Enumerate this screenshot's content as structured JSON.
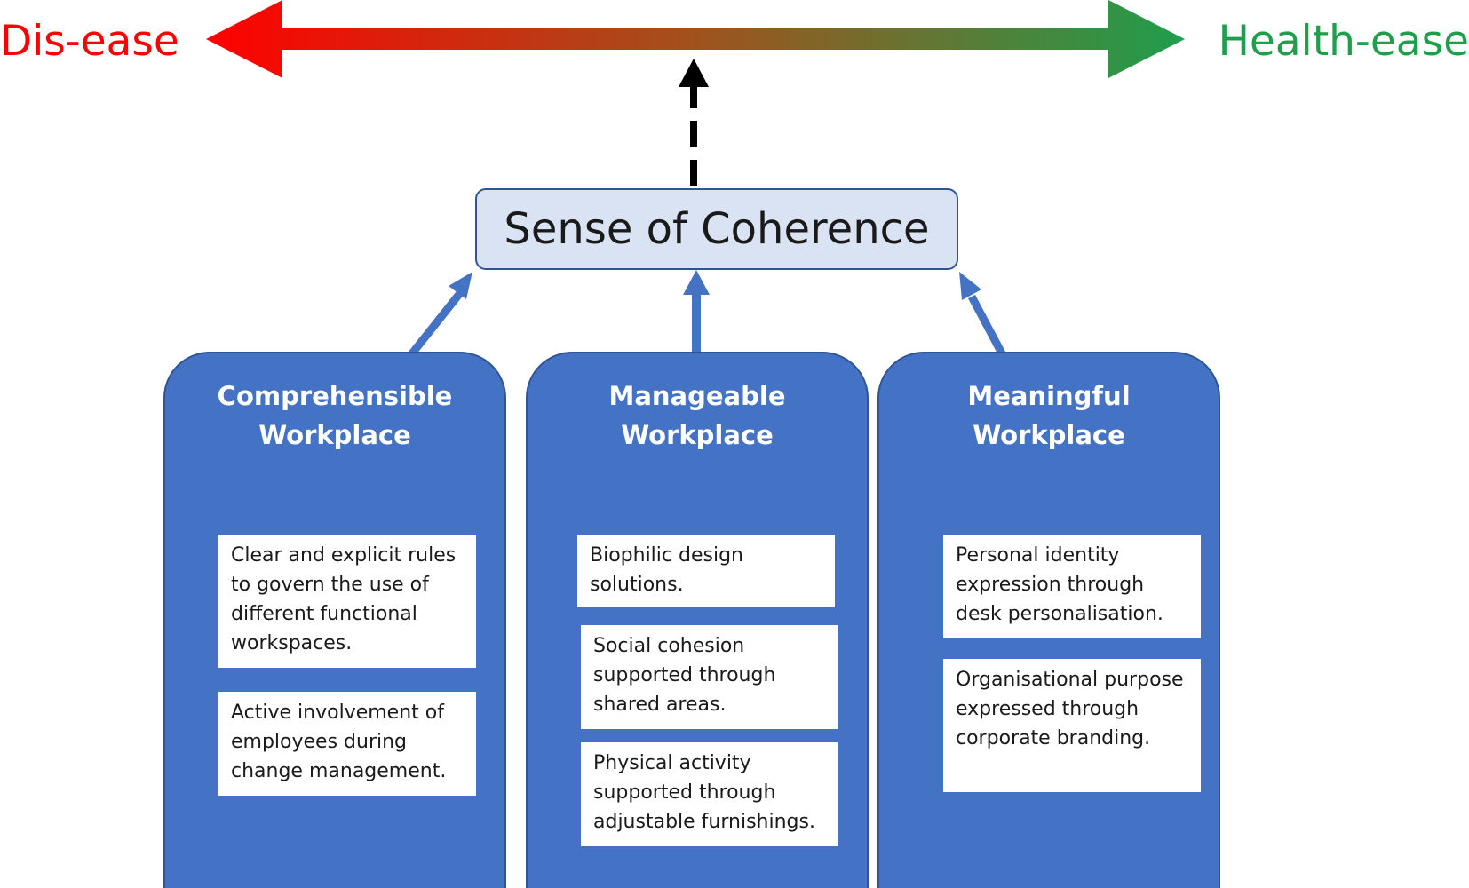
{
  "colors": {
    "disease": "#ff0000",
    "health_ease": "#1f9e4c",
    "panel_fill": "#4472c4",
    "panel_arrow": "#4472c4",
    "soc_fill": "#dae3f3",
    "soc_border": "#2f5597"
  },
  "axis": {
    "left_label": "Dis-ease",
    "right_label": "Health-ease"
  },
  "center": {
    "label": "Sense of Coherence"
  },
  "panels": [
    {
      "title_line1": "Comprehensible",
      "title_line2": "Workplace",
      "cards": [
        "Clear and explicit rules to govern the use of different functional workspaces.",
        "Active involvement of employees during change management."
      ]
    },
    {
      "title_line1": "Manageable",
      "title_line2": "Workplace",
      "cards": [
        "Biophilic design solutions.",
        "Social cohesion supported through shared areas.",
        "Physical activity supported through adjustable furnishings."
      ]
    },
    {
      "title_line1": "Meaningful",
      "title_line2": "Workplace",
      "cards": [
        "Personal identity expression through desk personalisation.",
        "Organisational purpose expressed through corporate branding."
      ]
    }
  ]
}
